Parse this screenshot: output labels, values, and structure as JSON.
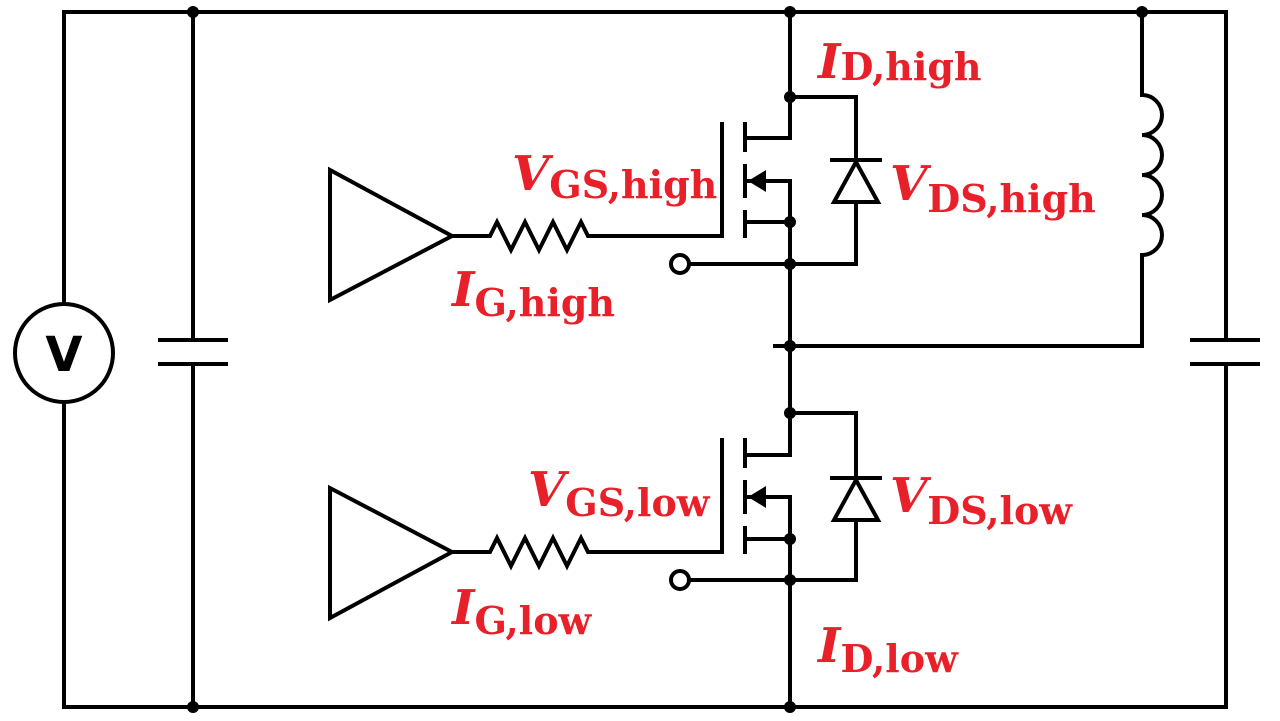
{
  "labels": {
    "id_high": {
      "symbol": "I",
      "sub": "D,high"
    },
    "vgs_high": {
      "symbol": "V",
      "sub": "GS,high"
    },
    "vds_high": {
      "symbol": "V",
      "sub": "DS,high"
    },
    "ig_high": {
      "symbol": "I",
      "sub": "G,high"
    },
    "vgs_low": {
      "symbol": "V",
      "sub": "GS,low"
    },
    "vds_low": {
      "symbol": "V",
      "sub": "DS,low"
    },
    "ig_low": {
      "symbol": "I",
      "sub": "G,low"
    },
    "id_low": {
      "symbol": "I",
      "sub": "D,low"
    }
  },
  "voltage_source": {
    "text": "V"
  },
  "colors": {
    "label": "#e8202a",
    "wire": "#000000"
  }
}
